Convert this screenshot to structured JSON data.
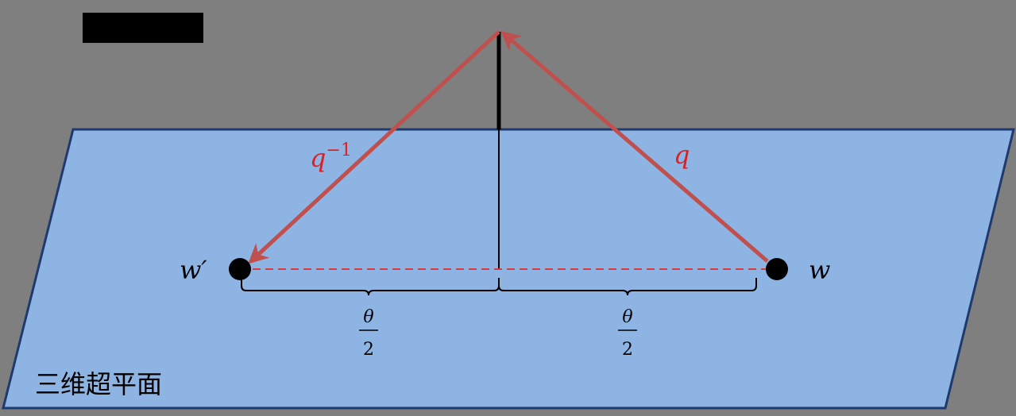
{
  "header_label": "",
  "plane_label": "三维超平面",
  "points": {
    "left": "w′",
    "right": "w"
  },
  "vectors": {
    "left": "q",
    "left_sup": "−1",
    "right": "q"
  },
  "brace_left": {
    "num": "θ",
    "den": "2"
  },
  "brace_right": {
    "num": "θ",
    "den": "2"
  },
  "colors": {
    "background": "#7f7f7f",
    "plane_fill": "#8eb4e3",
    "plane_stroke": "#1f3a6e",
    "arrow": "#c0504d",
    "label_red": "#e02020",
    "dashed": "#d04040",
    "ink": "#000000"
  }
}
